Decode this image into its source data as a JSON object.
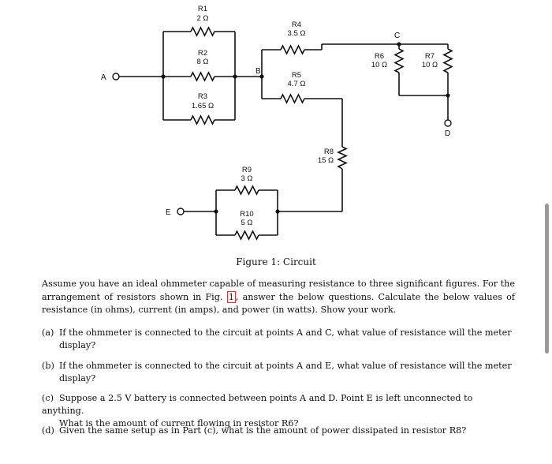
{
  "figure": {
    "nodes": {
      "a": "A",
      "b": "B",
      "c": "C",
      "d": "D",
      "e": "E"
    },
    "resistors": [
      {
        "name": "R1",
        "value": "2 Ω"
      },
      {
        "name": "R2",
        "value": "8 Ω"
      },
      {
        "name": "R3",
        "value": "1.65 Ω"
      },
      {
        "name": "R4",
        "value": "3.5 Ω"
      },
      {
        "name": "R5",
        "value": "4.7 Ω"
      },
      {
        "name": "R6",
        "value": "10 Ω"
      },
      {
        "name": "R7",
        "value": "10 Ω"
      },
      {
        "name": "R8",
        "value": "15 Ω"
      },
      {
        "name": "R9",
        "value": "3 Ω"
      },
      {
        "name": "R10",
        "value": "5 Ω"
      }
    ],
    "caption": "Figure 1: Circuit"
  },
  "intro": {
    "part1": "Assume you have an ideal ohmmeter capable of measuring resistance to three significant figures. For the arrangement of resistors shown in Fig. ",
    "figref": "1",
    "part2": ", answer the below questions. Calculate the below values of resistance (in ohms), current (in amps), and power (in watts). Show your work."
  },
  "questions": [
    {
      "tag": "(a)",
      "line1": "If the ohmmeter is connected to the circuit at points A and C, what value of resistance will the meter",
      "line2": "display?"
    },
    {
      "tag": "(b)",
      "line1": "If the ohmmeter is connected to the circuit at points A and E, what value of resistance will the meter",
      "line2": "display?"
    },
    {
      "tag": "(c)",
      "line1": "Suppose a 2.5 V battery is connected between points A and D. Point E is left unconnected to anything.",
      "line2": "What is the amount of current flowing in resistor R6?"
    },
    {
      "tag": "(d)",
      "line1": "Given the same setup as in Part (c), what is the amount of power dissipated in resistor R8?",
      "line2": ""
    }
  ]
}
